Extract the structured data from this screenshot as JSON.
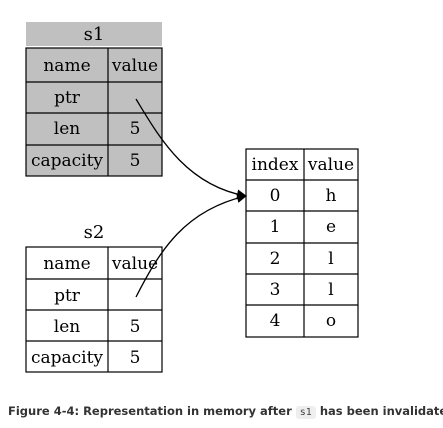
{
  "s1": {
    "title": "s1",
    "header": [
      "name",
      "value"
    ],
    "rows": [
      [
        "ptr",
        ""
      ],
      [
        "len",
        "5"
      ],
      [
        "capacity",
        "5"
      ]
    ],
    "invalidated": true
  },
  "s2": {
    "title": "s2",
    "header": [
      "name",
      "value"
    ],
    "rows": [
      [
        "ptr",
        ""
      ],
      [
        "len",
        "5"
      ],
      [
        "capacity",
        "5"
      ]
    ]
  },
  "heap": {
    "header": [
      "index",
      "value"
    ],
    "rows": [
      [
        "0",
        "h"
      ],
      [
        "1",
        "e"
      ],
      [
        "2",
        "l"
      ],
      [
        "3",
        "l"
      ],
      [
        "4",
        "o"
      ]
    ]
  },
  "colors": {
    "invalidated_fill": "#c0c0c0",
    "normal_fill": "#ffffff",
    "stroke": "#000000"
  },
  "caption": {
    "prefix": "Figure 4-4: Representation in memory after",
    "code": "s1",
    "suffix": "has been invalidated"
  }
}
